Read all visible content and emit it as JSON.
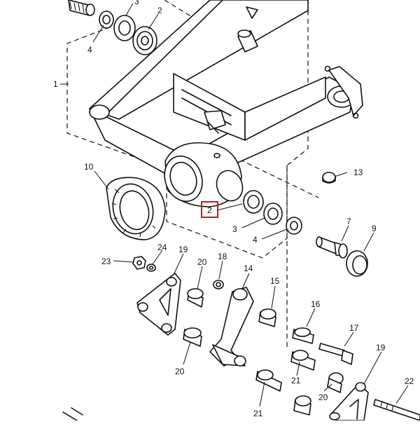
{
  "diagram": {
    "callouts": {
      "c1": "1",
      "c2a": "2",
      "c3a": "3",
      "c4a": "4",
      "c2b": "2",
      "c3b": "3",
      "c4b": "4",
      "c7": "7",
      "c9": "9",
      "c10": "10",
      "c13": "13",
      "c14": "14",
      "c15": "15",
      "c16": "16",
      "c17": "17",
      "c18": "18",
      "c19a": "19",
      "c19b": "19",
      "c20a": "20",
      "c20b": "20",
      "c20c": "20",
      "c21a": "21",
      "c21b": "21",
      "c22": "22",
      "c23": "23",
      "c24": "24"
    },
    "highlight_color": "#e01010",
    "highlighted_callout": "2"
  }
}
